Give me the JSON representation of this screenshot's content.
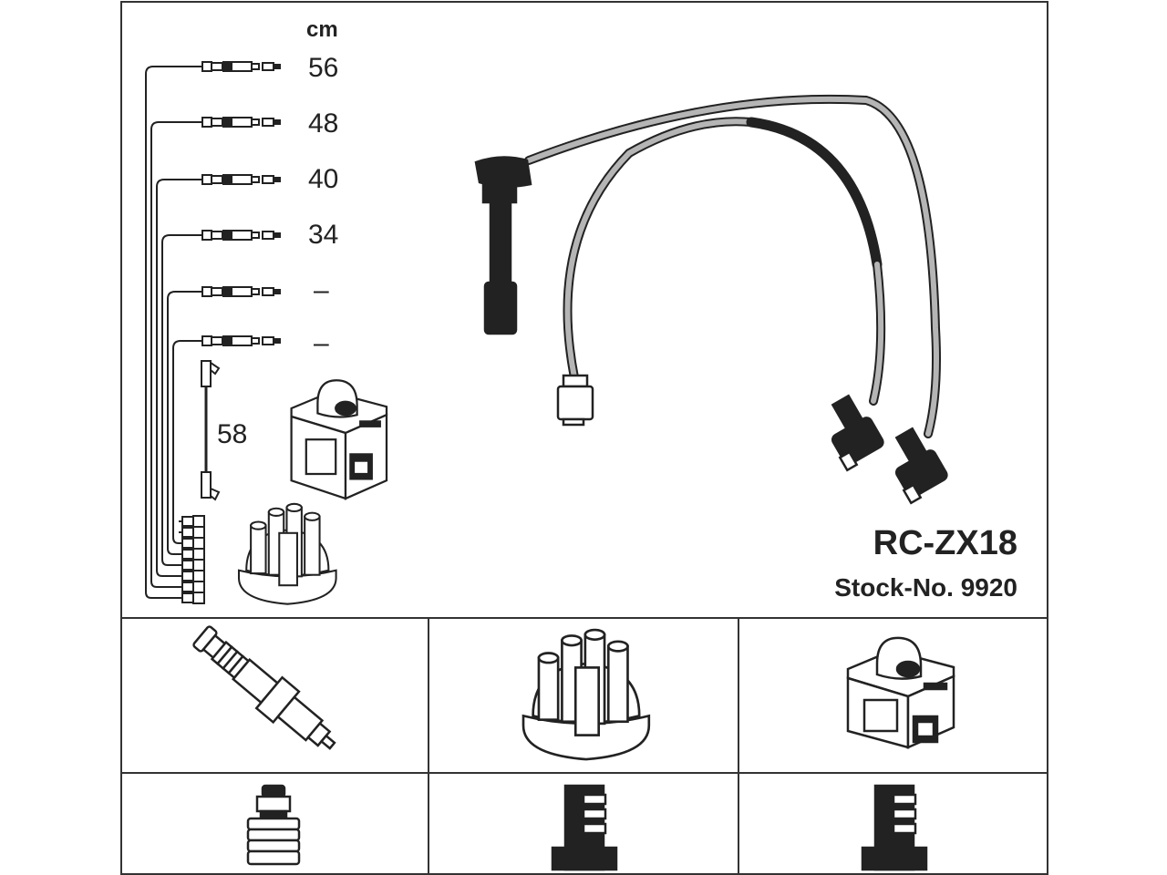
{
  "unit_label": "cm",
  "lengths": [
    "56",
    "48",
    "40",
    "34",
    "–",
    "–"
  ],
  "coil_lead_length": "58",
  "part_number": "RC-ZX18",
  "stock_number": "Stock-No. 9920",
  "colors": {
    "ink": "#222222",
    "cable": "#b5b5b5",
    "frame": "#333333"
  },
  "icons": [
    "spark-plug-icon",
    "distributor-cap-icon",
    "ignition-coil-icon",
    "plug-end-connector-icon",
    "cap-end-connector-icon",
    "coil-end-connector-icon"
  ]
}
